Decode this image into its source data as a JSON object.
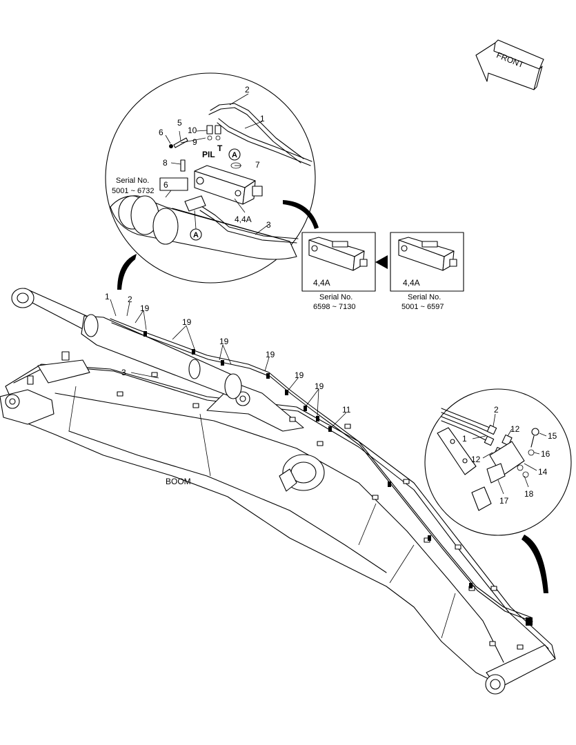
{
  "front_arrow": {
    "label": "FRONT"
  },
  "boom_label": "BOOM",
  "callouts": {
    "c1": "1",
    "c2": "2",
    "c3": "3",
    "c4": "4,4A",
    "c5": "5",
    "c6": "6",
    "c7": "7",
    "c8": "8",
    "c9": "9",
    "c10": "10",
    "c11": "11",
    "c12": "12",
    "c14": "14",
    "c15": "15",
    "c16": "16",
    "c17": "17",
    "c18": "18",
    "c19": "19"
  },
  "ports": {
    "pil": "PIL",
    "t": "T"
  },
  "detail_marker": "A",
  "serial_box": {
    "title": "Serial No.",
    "range": "5001 ~ 6732"
  },
  "variant_a": {
    "part": "4,4A",
    "title": "Serial No.",
    "range": "6598 ~ 7130"
  },
  "variant_b": {
    "part": "4,4A",
    "title": "Serial No.",
    "range": "5001 ~ 6597"
  },
  "colors": {
    "line": "#000000",
    "fill": "#ffffff",
    "shade": "#d9d9d9"
  }
}
